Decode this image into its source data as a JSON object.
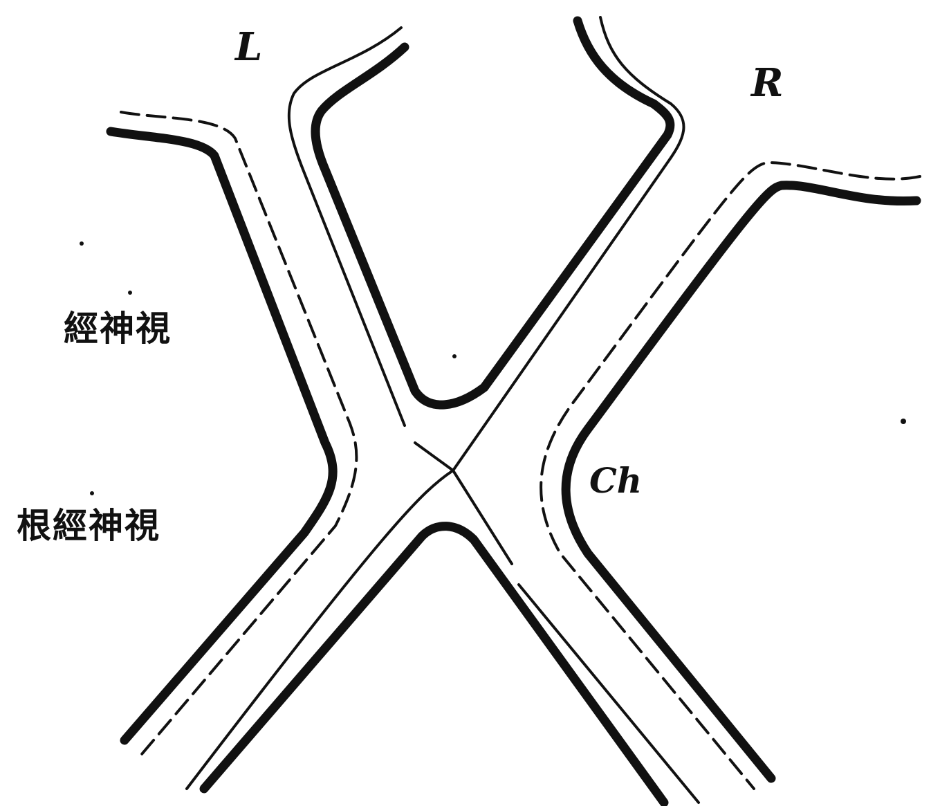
{
  "labels": {
    "left": "L",
    "right": "R",
    "chiasm": "Ch",
    "optic_nerve": "經神視",
    "optic_nerve_root": "根經神視"
  },
  "colors": {
    "ink": "#111111",
    "background": "#ffffff"
  }
}
